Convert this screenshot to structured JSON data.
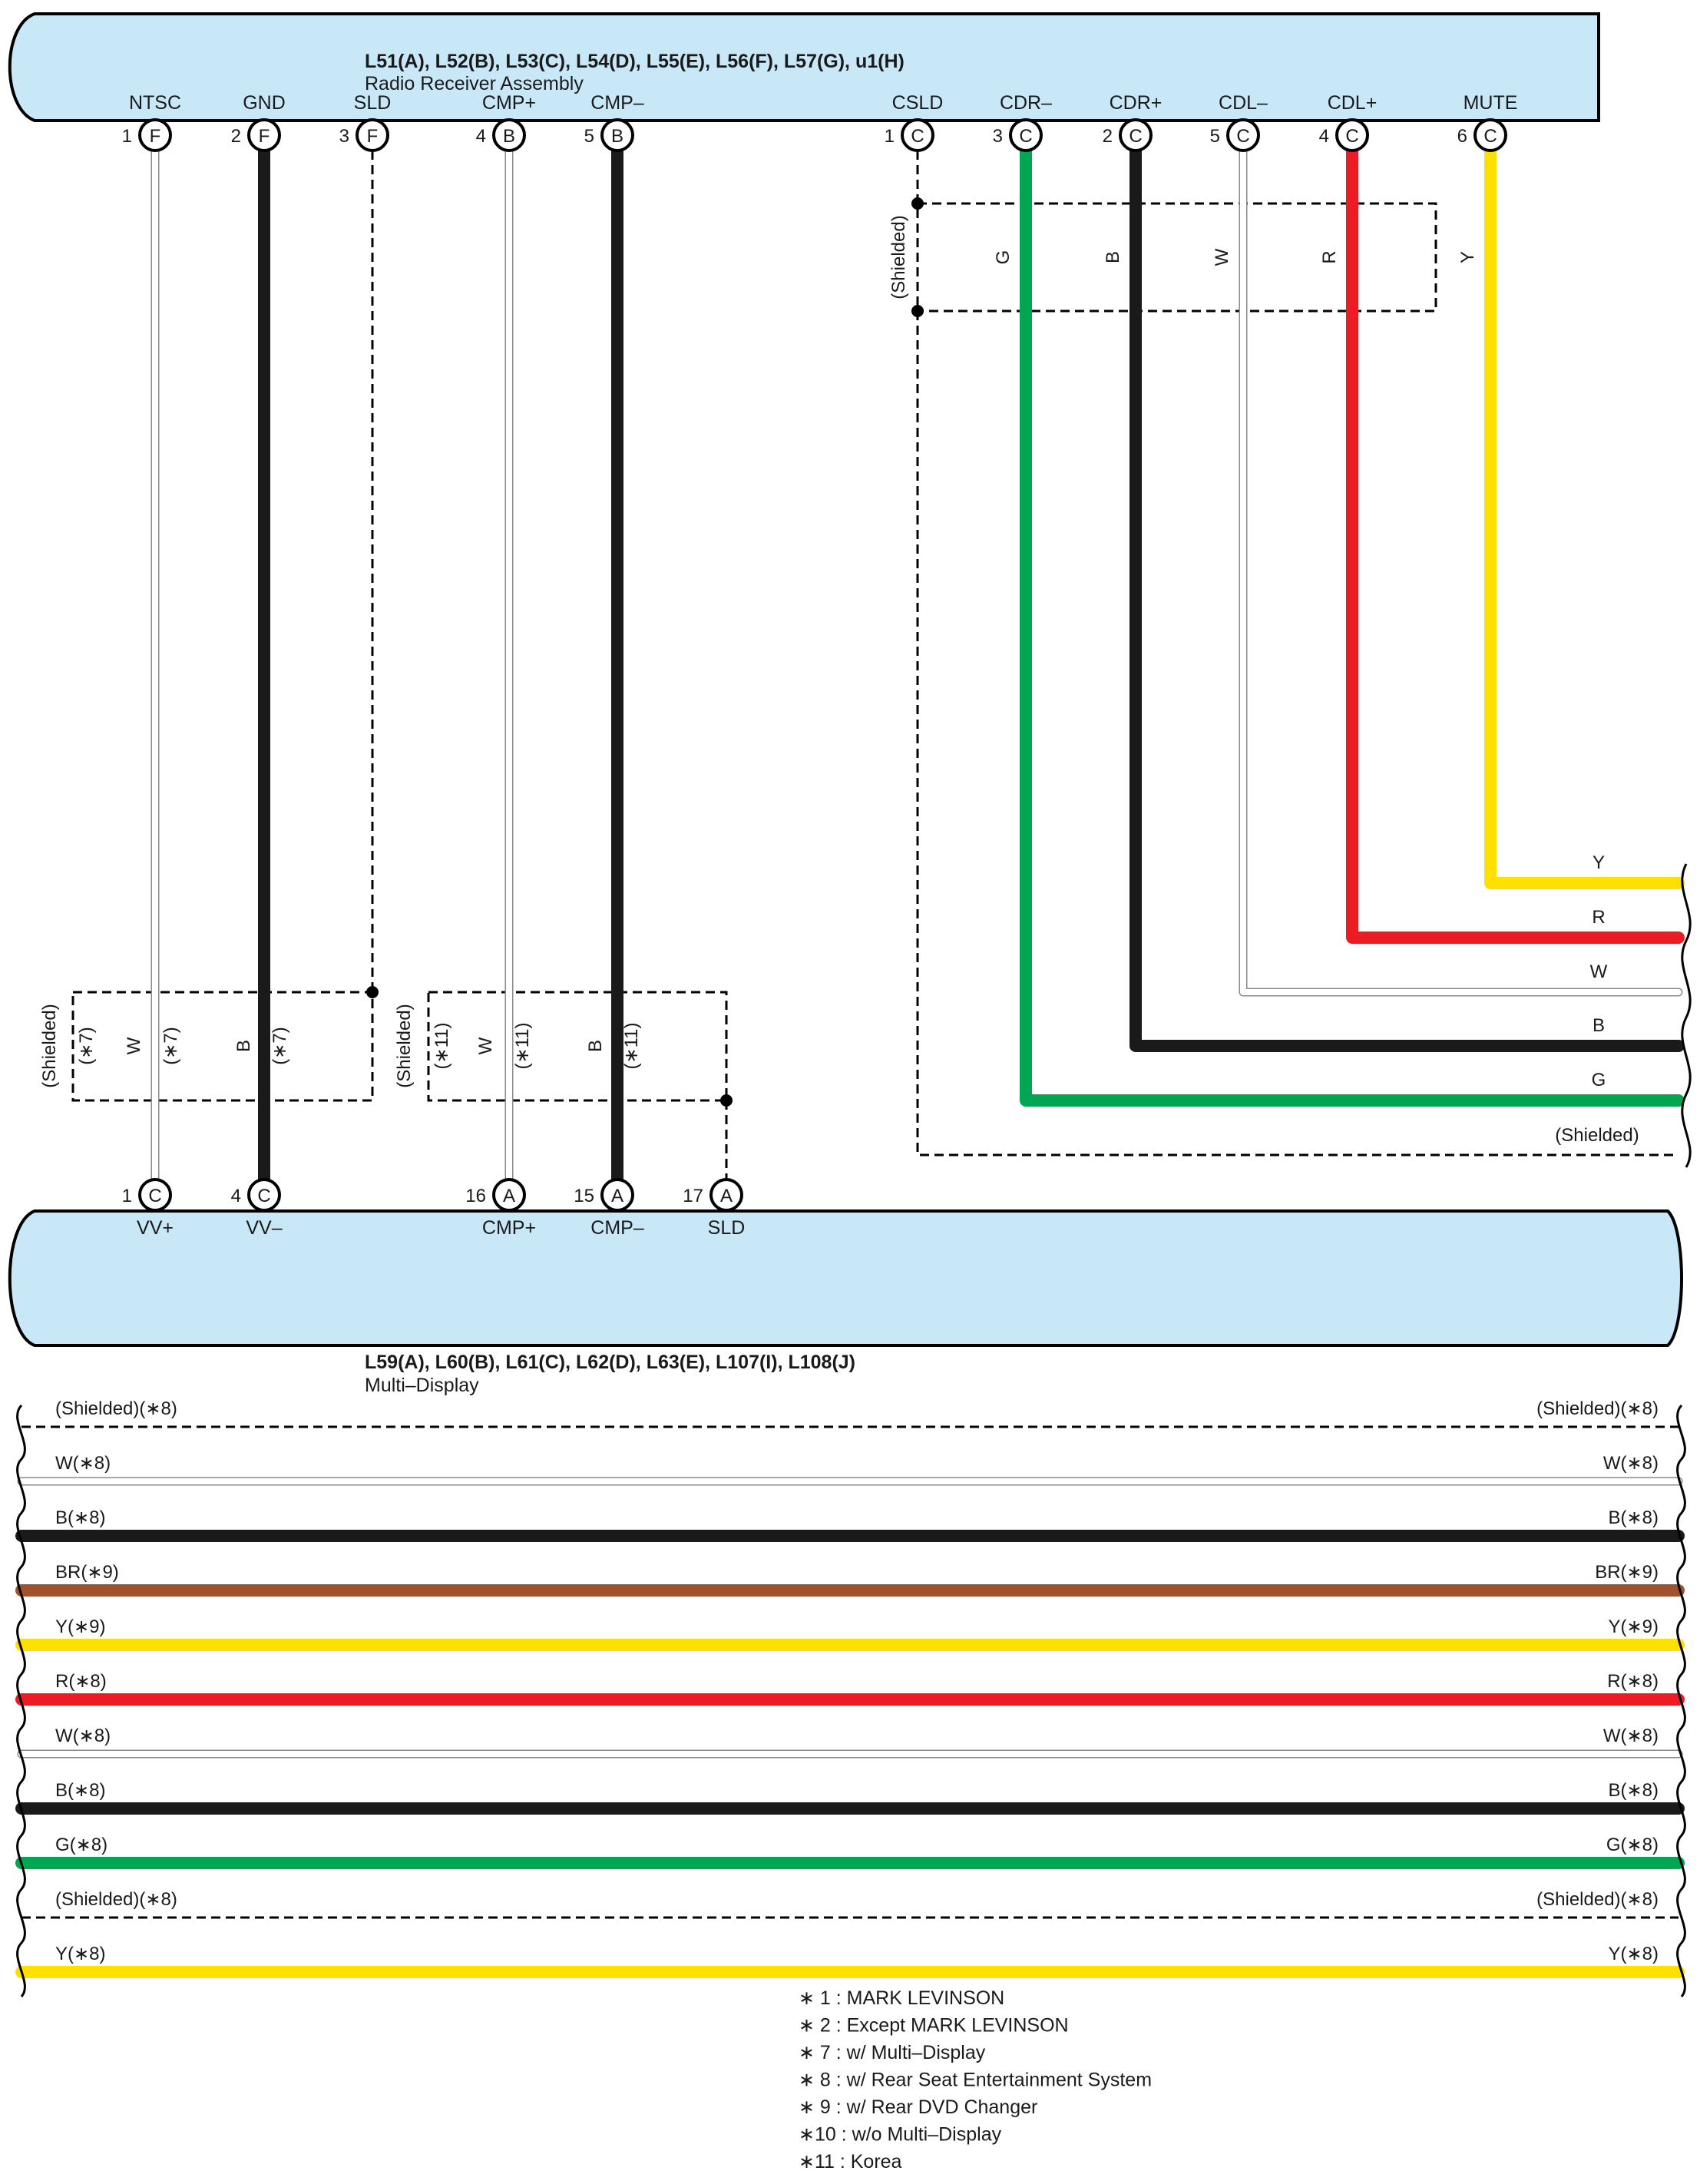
{
  "colors": {
    "connector_fill": "#c8e8f8",
    "G": "#00a651",
    "B": "#1a1a1a",
    "W": "#ffffff",
    "R": "#ed1c24",
    "Y": "#ffe000",
    "BR": "#a0522d",
    "shield": "#000000"
  },
  "top_connector": {
    "title": "L51(A), L52(B), L53(C), L54(D), L55(E), L56(F), L57(G), u1(H)",
    "subtitle": "Radio Receiver Assembly",
    "pins": [
      {
        "name": "NTSC",
        "num": "1",
        "conn": "F"
      },
      {
        "name": "GND",
        "num": "2",
        "conn": "F"
      },
      {
        "name": "SLD",
        "num": "3",
        "conn": "F"
      },
      {
        "name": "CMP+",
        "num": "4",
        "conn": "B"
      },
      {
        "name": "CMP–",
        "num": "5",
        "conn": "B"
      },
      {
        "name": "CSLD",
        "num": "1",
        "conn": "C"
      },
      {
        "name": "CDR–",
        "num": "3",
        "conn": "C"
      },
      {
        "name": "CDR+",
        "num": "2",
        "conn": "C"
      },
      {
        "name": "CDL–",
        "num": "5",
        "conn": "C"
      },
      {
        "name": "CDL+",
        "num": "4",
        "conn": "C"
      },
      {
        "name": "MUTE",
        "num": "6",
        "conn": "C"
      }
    ]
  },
  "bottom_connector": {
    "title": "L59(A), L60(B), L61(C), L62(D), L63(E), L107(I), L108(J)",
    "subtitle": "Multi–Display",
    "pins": [
      {
        "name": "VV+",
        "num": "1",
        "conn": "C"
      },
      {
        "name": "VV–",
        "num": "4",
        "conn": "C"
      },
      {
        "name": "CMP+",
        "num": "16",
        "conn": "A"
      },
      {
        "name": "CMP–",
        "num": "15",
        "conn": "A"
      },
      {
        "name": "SLD",
        "num": "17",
        "conn": "A"
      }
    ]
  },
  "left_group": {
    "shield_label": "(Shielded)",
    "shield_note": "(∗7)",
    "wires": [
      {
        "color": "W",
        "note": "(∗7)"
      },
      {
        "color": "B",
        "note": "(∗7)"
      }
    ]
  },
  "mid_group": {
    "shield_label": "(Shielded)",
    "shield_note": "(∗11)",
    "wires": [
      {
        "color": "W",
        "note": "(∗11)"
      },
      {
        "color": "B",
        "note": "(∗11)"
      }
    ]
  },
  "right_group": {
    "shield_label": "(Shielded)",
    "wires": [
      "G",
      "B",
      "W",
      "R",
      "Y"
    ],
    "out_labels": [
      "Y",
      "R",
      "W",
      "B",
      "G",
      "(Shielded)"
    ]
  },
  "continuation": [
    {
      "color": "shield",
      "left": "(Shielded)(∗8)",
      "right": "(Shielded)(∗8)"
    },
    {
      "color": "W",
      "left": "W(∗8)",
      "right": "W(∗8)"
    },
    {
      "color": "B",
      "left": "B(∗8)",
      "right": "B(∗8)"
    },
    {
      "color": "BR",
      "left": "BR(∗9)",
      "right": "BR(∗9)"
    },
    {
      "color": "Y",
      "left": "Y(∗9)",
      "right": "Y(∗9)"
    },
    {
      "color": "R",
      "left": "R(∗8)",
      "right": "R(∗8)"
    },
    {
      "color": "W",
      "left": "W(∗8)",
      "right": "W(∗8)"
    },
    {
      "color": "B",
      "left": "B(∗8)",
      "right": "B(∗8)"
    },
    {
      "color": "G",
      "left": "G(∗8)",
      "right": "G(∗8)"
    },
    {
      "color": "shield",
      "left": "(Shielded)(∗8)",
      "right": "(Shielded)(∗8)"
    },
    {
      "color": "Y",
      "left": "Y(∗8)",
      "right": "Y(∗8)"
    }
  ],
  "notes": [
    "∗ 1 : MARK LEVINSON",
    "∗ 2 : Except MARK LEVINSON",
    "∗ 7 : w/ Multi–Display",
    "∗ 8 : w/ Rear Seat Entertainment System",
    "∗ 9 : w/ Rear DVD Changer",
    "∗10 : w/o Multi–Display",
    "∗11 : Korea"
  ]
}
